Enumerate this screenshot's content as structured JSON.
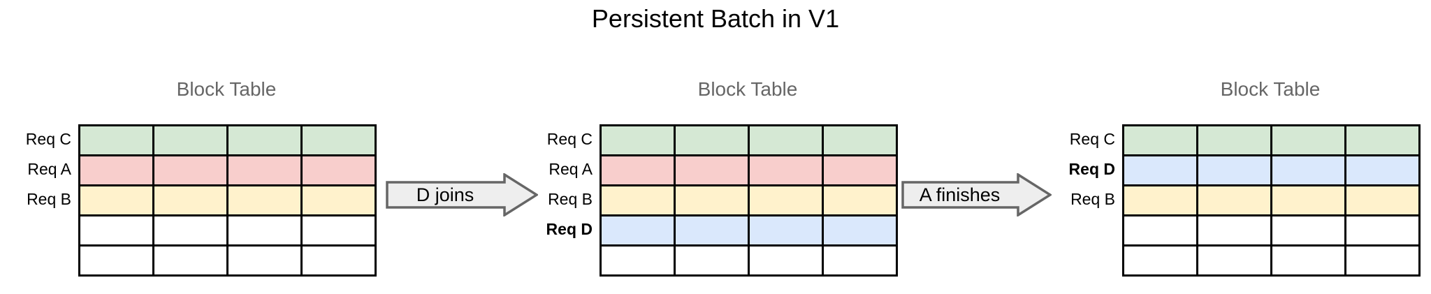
{
  "title": "Persistent Batch in V1",
  "colors": {
    "green": "#d5e8d4",
    "red": "#f8cecc",
    "yellow": "#fff2cc",
    "blue": "#dae8fc",
    "empty": "#ffffff",
    "grid_line": "#000000",
    "stage_title": "#666666",
    "arrow_fill": "#eeeeee",
    "arrow_stroke": "#666666",
    "title_text": "#000000"
  },
  "stages": [
    {
      "id": "stage-1",
      "title": "Block Table",
      "columns": 4,
      "rows": [
        {
          "label": "Req C",
          "bold": false,
          "color": "#d5e8d4",
          "filled": true
        },
        {
          "label": "Req A",
          "bold": false,
          "color": "#f8cecc",
          "filled": true
        },
        {
          "label": "Req B",
          "bold": false,
          "color": "#fff2cc",
          "filled": true
        },
        {
          "label": "",
          "bold": false,
          "color": "#ffffff",
          "filled": false
        },
        {
          "label": "",
          "bold": false,
          "color": "#ffffff",
          "filled": false
        }
      ]
    },
    {
      "id": "stage-2",
      "title": "Block Table",
      "columns": 4,
      "rows": [
        {
          "label": "Req C",
          "bold": false,
          "color": "#d5e8d4",
          "filled": true
        },
        {
          "label": "Req A",
          "bold": false,
          "color": "#f8cecc",
          "filled": true
        },
        {
          "label": "Req B",
          "bold": false,
          "color": "#fff2cc",
          "filled": true
        },
        {
          "label": "Req D",
          "bold": true,
          "color": "#dae8fc",
          "filled": true
        },
        {
          "label": "",
          "bold": false,
          "color": "#ffffff",
          "filled": false
        }
      ]
    },
    {
      "id": "stage-3",
      "title": "Block Table",
      "columns": 4,
      "rows": [
        {
          "label": "Req C",
          "bold": false,
          "color": "#d5e8d4",
          "filled": true
        },
        {
          "label": "Req D",
          "bold": true,
          "color": "#dae8fc",
          "filled": true
        },
        {
          "label": "Req B",
          "bold": false,
          "color": "#fff2cc",
          "filled": true
        },
        {
          "label": "",
          "bold": false,
          "color": "#ffffff",
          "filled": false
        },
        {
          "label": "",
          "bold": false,
          "color": "#ffffff",
          "filled": false
        }
      ]
    }
  ],
  "transitions": [
    {
      "id": "transition-1",
      "label": "D joins"
    },
    {
      "id": "transition-2",
      "label": "A finishes"
    }
  ]
}
